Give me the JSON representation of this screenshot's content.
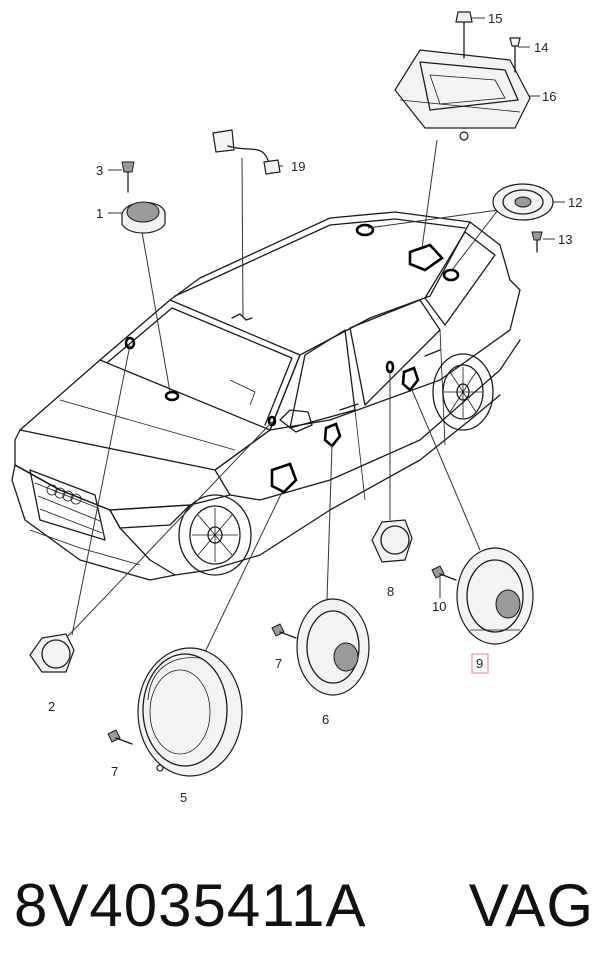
{
  "caption": {
    "part_number": "8V4035411A",
    "brand": "VAG"
  },
  "callouts": {
    "c1": "1",
    "c2": "2",
    "c3": "3",
    "c5": "5",
    "c6": "6",
    "c7a": "7",
    "c7b": "7",
    "c8": "8",
    "c9": "9",
    "c10": "10",
    "c12": "12",
    "c13": "13",
    "c14": "14",
    "c15": "15",
    "c16": "16",
    "c19": "19"
  },
  "highlight": {
    "selected_callout": "9",
    "box_color": "#e38b8b"
  }
}
